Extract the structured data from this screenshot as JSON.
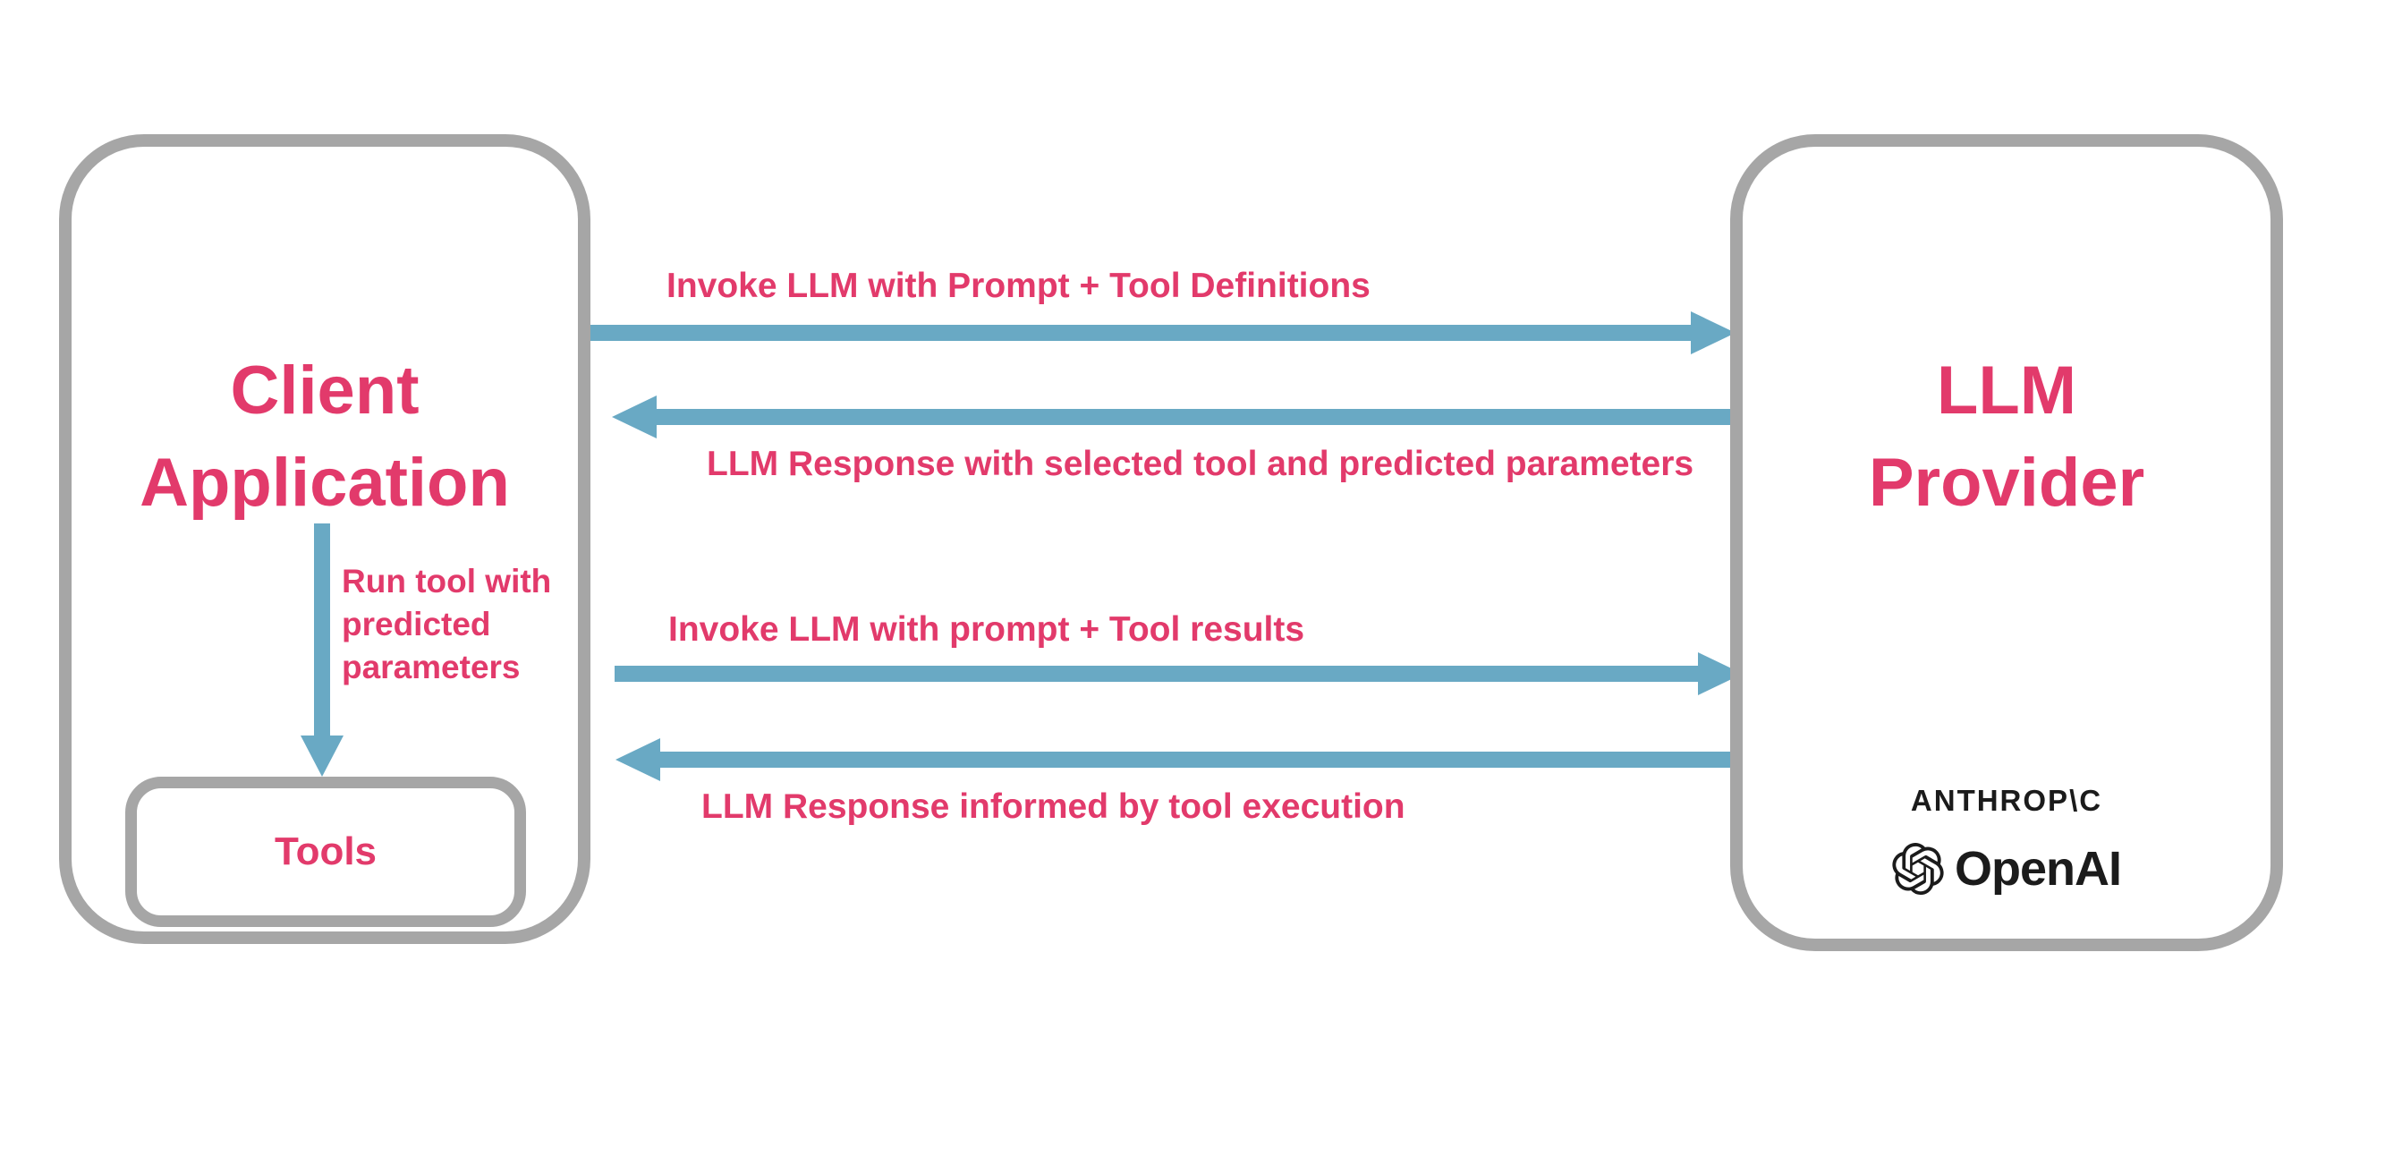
{
  "diagram": {
    "client": {
      "title_line1": "Client",
      "title_line2": "Application"
    },
    "tools": {
      "label": "Tools"
    },
    "run_tool_note": {
      "line1": "Run tool with",
      "line2": "predicted",
      "line3": "parameters"
    },
    "llm": {
      "title_line1": "LLM",
      "title_line2": "Provider"
    },
    "logos": {
      "anthropic": "ANTHROP\\C",
      "openai": "OpenAI"
    },
    "messages": [
      {
        "direction": "right",
        "label": "Invoke LLM with Prompt + Tool Definitions"
      },
      {
        "direction": "left",
        "label": "LLM Response with selected tool and predicted parameters"
      },
      {
        "direction": "right",
        "label": "Invoke LLM with prompt + Tool results"
      },
      {
        "direction": "left",
        "label": "LLM Response informed by tool execution"
      }
    ],
    "icons": {
      "openai_logo": "openai-flower-icon",
      "arrowhead_right": "arrowhead-right-icon",
      "arrowhead_left": "arrowhead-left-icon",
      "arrowhead_down": "arrowhead-down-icon"
    },
    "colors": {
      "accent_pink": "#E23A6B",
      "arrow_blue": "#69A9C4",
      "border_gray": "#A6A6A6",
      "logo_black": "#1B1B1B",
      "background": "#FFFFFF"
    }
  }
}
